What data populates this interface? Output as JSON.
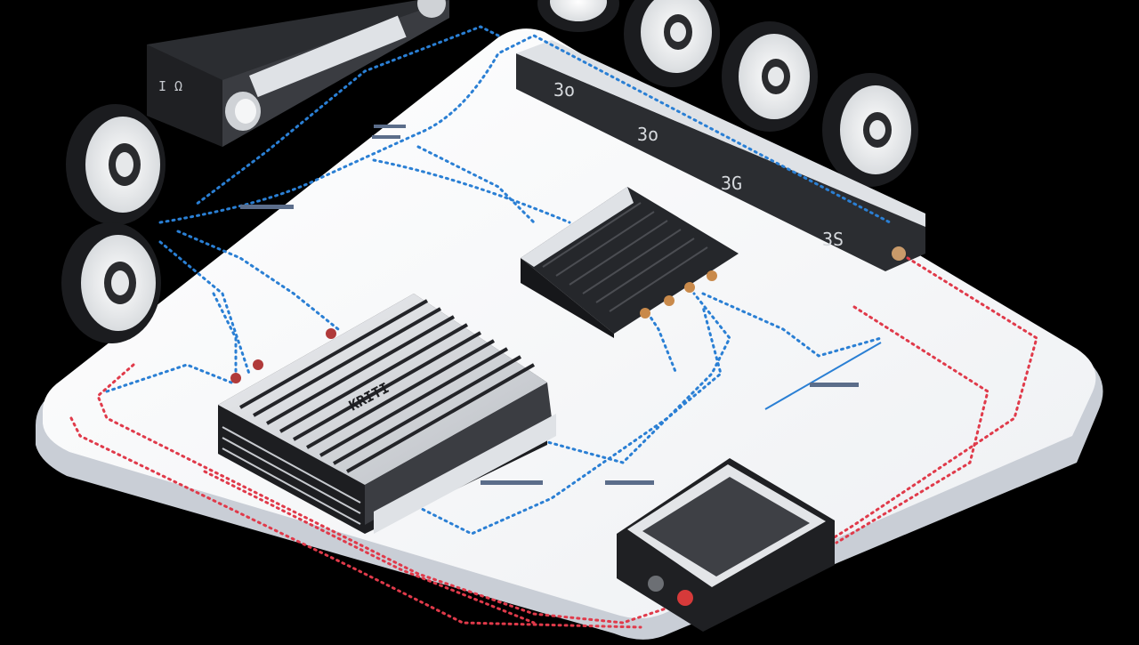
{
  "colors": {
    "background": "#000000",
    "board_top": "#f7f8fa",
    "board_edge": "#c9ced6",
    "signal_wire": "#2a7fd4",
    "power_wire": "#e03a4a",
    "device_dark": "#2b2d31",
    "device_light": "#dfe2e6"
  },
  "labels": {
    "head_unit": "I Ω",
    "strip_1": "3o",
    "strip_2": "3o",
    "strip_3": "3G",
    "strip_4": "3S",
    "amp_badge": "KRITI"
  },
  "icons": {
    "speaker": "speaker-cone-icon",
    "led_gray": "status-led-icon",
    "led_red": "power-led-icon"
  }
}
